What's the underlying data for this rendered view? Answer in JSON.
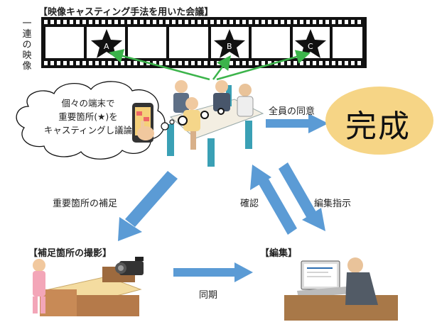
{
  "title": "【映像キャスティング手法を用いた会議】",
  "film": {
    "side_label": "一連の映像",
    "stars": [
      "A",
      "B",
      "C"
    ]
  },
  "bubble": {
    "lines": [
      "個々の端末で",
      "重要箇所(★)を",
      "キャスティングし議論"
    ]
  },
  "consensus_label": "全員の同意",
  "complete_label": "完成",
  "supplement_label": "重要箇所の補足",
  "confirm_label": "確認",
  "edit_instruction_label": "編集指示",
  "supplement_shoot_label": "【補足箇所の撮影】",
  "edit_label": "【編集】",
  "sync_label": "同期",
  "colors": {
    "arrow": "#5b9bd5",
    "complete_ellipse": "#f6d586",
    "green_arrow": "#3cb44b",
    "film": "#111111"
  }
}
